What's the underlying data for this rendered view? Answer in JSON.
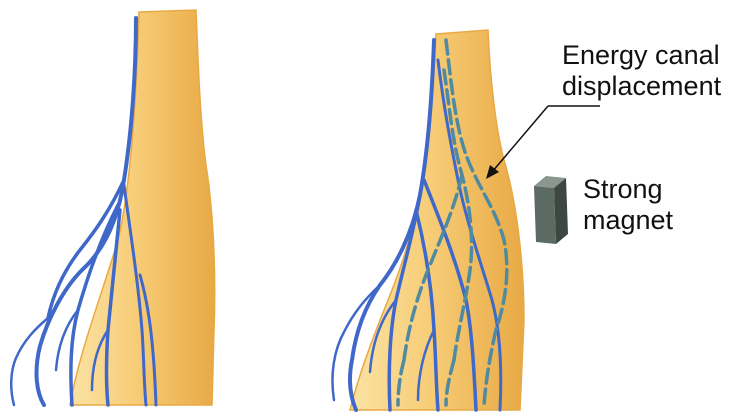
{
  "labels": {
    "energy_canal_line1": "Energy canal",
    "energy_canal_line2": "displacement",
    "magnet_line1": "Strong",
    "magnet_line2": "magnet"
  },
  "colors": {
    "limb_fill": "#f6c56a",
    "limb_light": "#fbe3a4",
    "limb_edge": "#e8a945",
    "vein": "#3f68c9",
    "vein_dark": "#2f53a8",
    "displaced_canal": "#4f8aa0",
    "magnet_front": "#5c6a64",
    "magnet_side": "#3d4742",
    "magnet_top": "#8a968f",
    "arrow": "#111111"
  },
  "icons": {
    "left_figure": "forearm-with-veins",
    "right_figure": "forearm-with-displaced-energy-canals",
    "magnet": "bar-magnet",
    "pointer": "arrow"
  }
}
